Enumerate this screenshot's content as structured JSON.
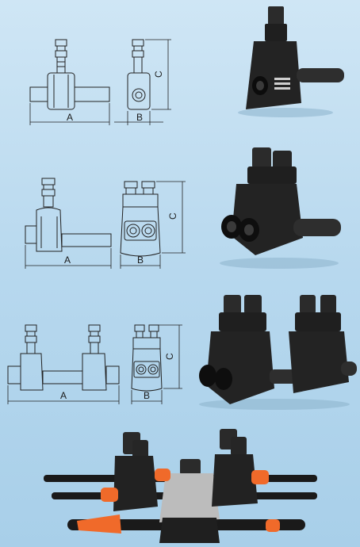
{
  "row1": {
    "dim_a": "A",
    "dim_b": "B",
    "dim_c": "C"
  },
  "row2": {
    "dim_a": "A",
    "dim_b": "B",
    "dim_c": "C"
  },
  "row3": {
    "dim_a": "A",
    "dim_b": "B",
    "dim_c": "C"
  }
}
